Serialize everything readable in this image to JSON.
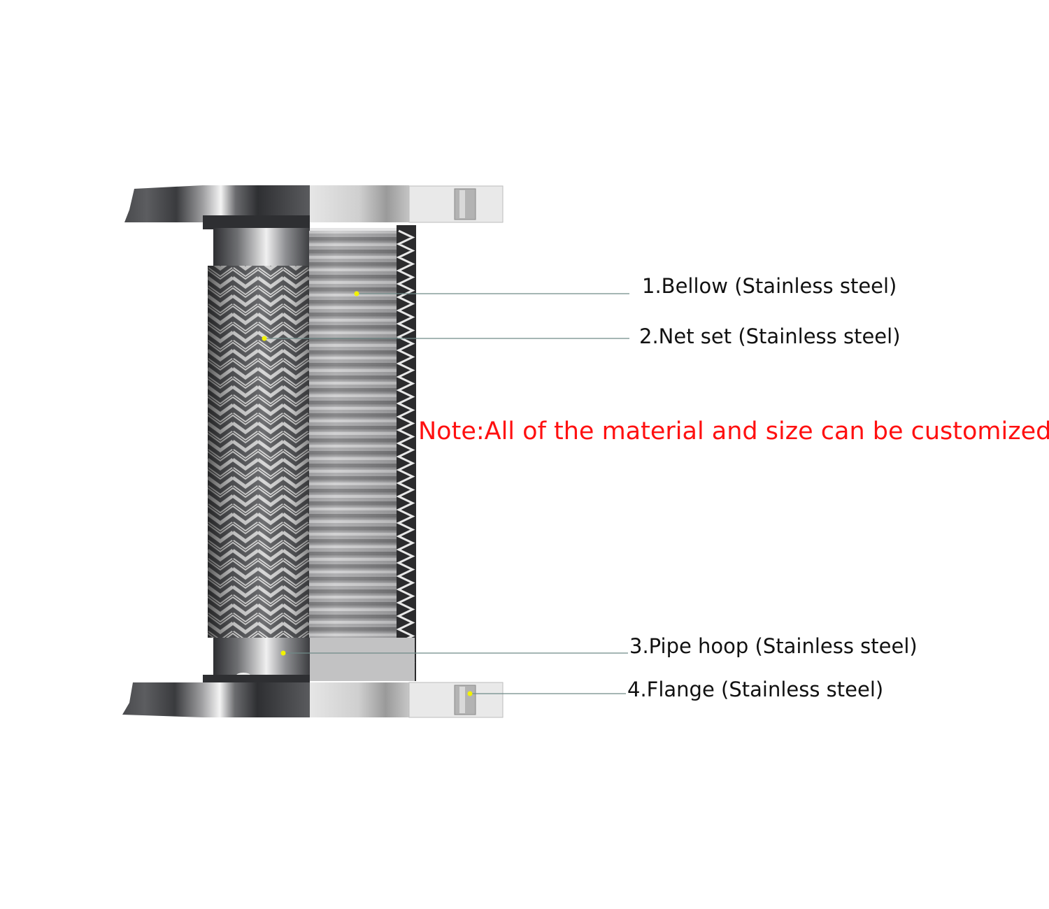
{
  "callouts": [
    {
      "label": "1.Bellow (Stainless steel)"
    },
    {
      "label": "2.Net set (Stainless steel)"
    },
    {
      "label": "3.Pipe hoop (Stainless steel)"
    },
    {
      "label": "4.Flange (Stainless steel)"
    }
  ],
  "note": "Note:All of the material and size can be customized",
  "colors": {
    "note": "#ff1010",
    "label_text": "#111111",
    "leader_line": "#6f8a88",
    "marker_dot": "#f2f200",
    "metal_dark": "#3c3d40",
    "metal_light": "#e4e4e4"
  }
}
